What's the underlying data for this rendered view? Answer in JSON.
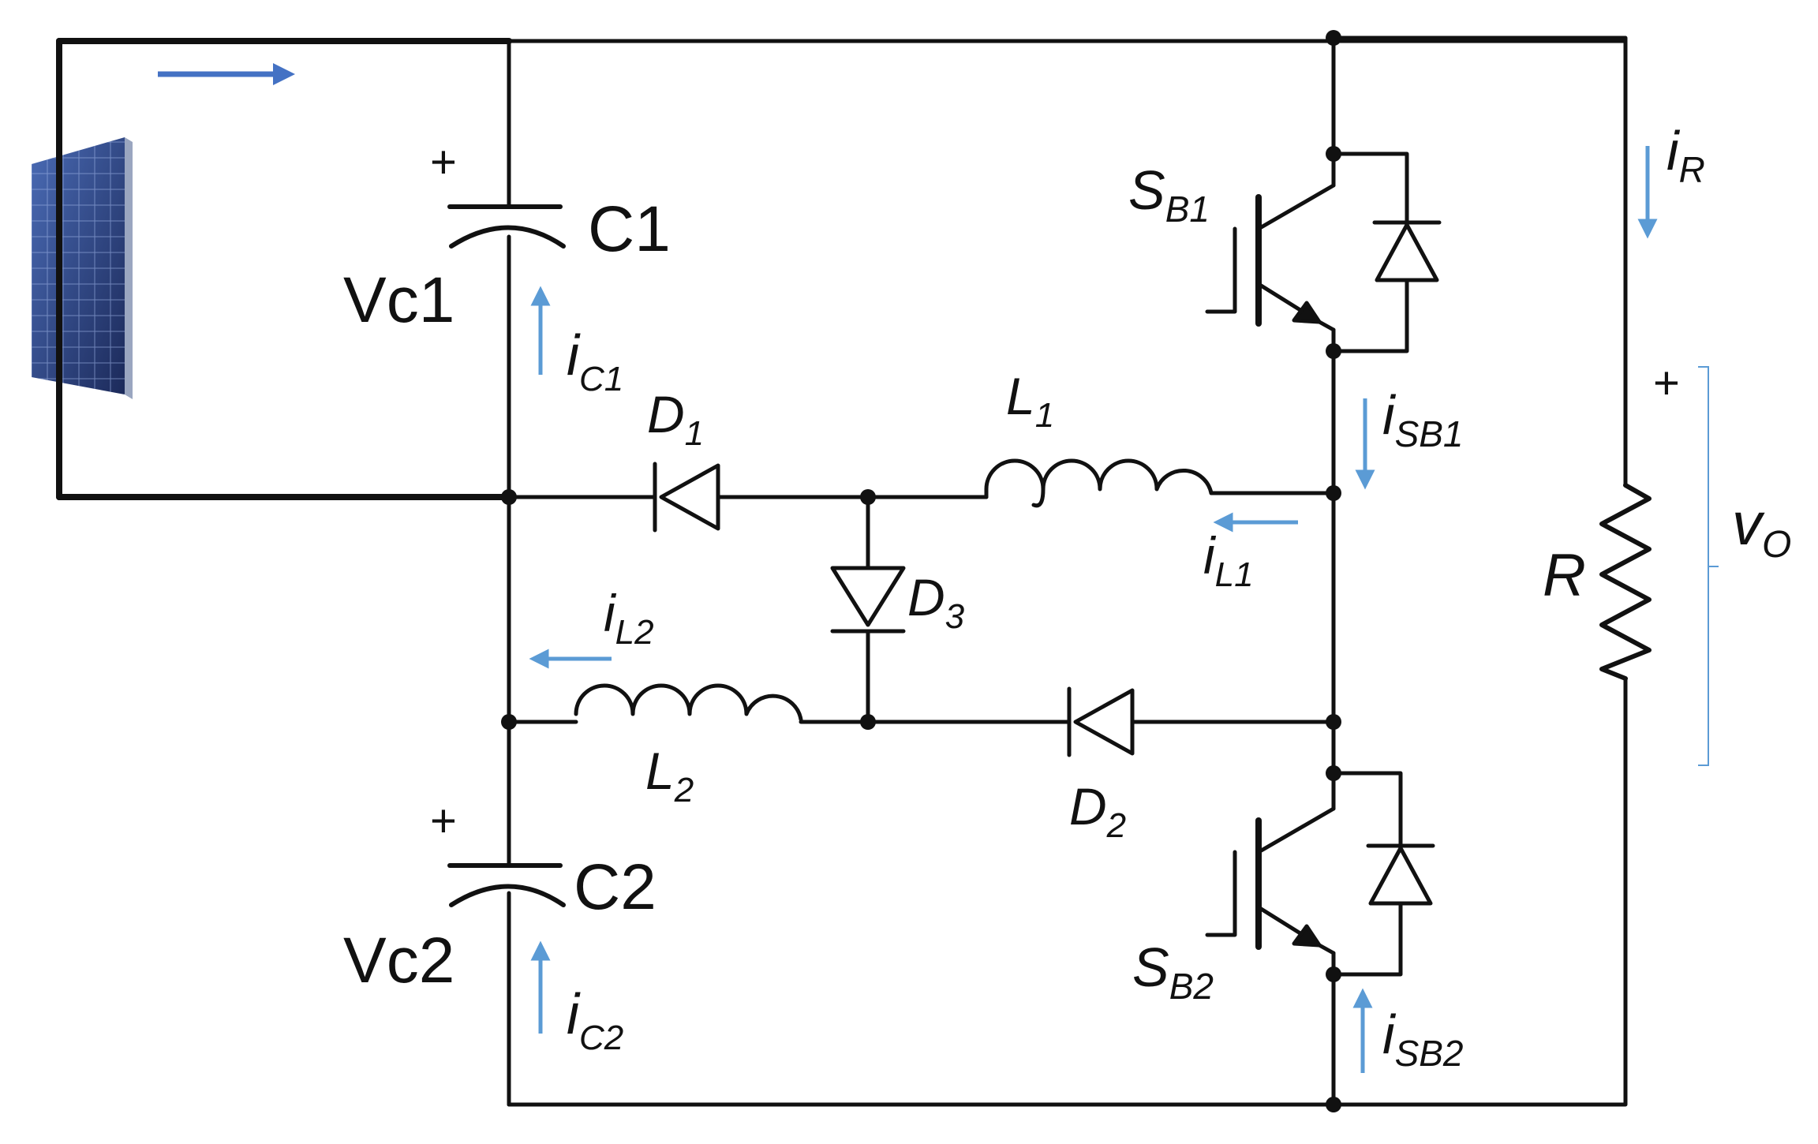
{
  "labels": {
    "c1": "C1",
    "c2": "C2",
    "vc1": "Vc1",
    "vc2": "Vc2",
    "plus_c1": "+",
    "plus_c2": "+",
    "plus_vo": "+",
    "d1": "D",
    "d1_sub": "1",
    "d2": "D",
    "d2_sub": "2",
    "d3": "D",
    "d3_sub": "3",
    "l1": "L",
    "l1_sub": "1",
    "l2": "L",
    "l2_sub": "2",
    "sb1": "S",
    "sb1_sub": "B1",
    "sb2": "S",
    "sb2_sub": "B2",
    "r": "R",
    "ic1": "i",
    "ic1_sub": "C1",
    "ic2": "i",
    "ic2_sub": "C2",
    "il1": "i",
    "il1_sub": "L1",
    "il2": "i",
    "il2_sub": "L2",
    "ir": "i",
    "ir_sub": "R",
    "isb1": "i",
    "isb1_sub": "SB1",
    "isb2": "i",
    "isb2_sub": "SB2",
    "vo": "v",
    "vo_sub": "O"
  },
  "colors": {
    "wire": "#111111",
    "current_arrow": "#5b9bd5",
    "source_arrow": "#4472c4",
    "label_text": "#111111",
    "pv_panel": "#2c3f7a"
  }
}
